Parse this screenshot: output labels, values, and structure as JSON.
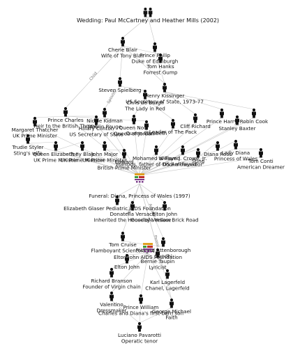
{
  "colors": {
    "background": "#ffffff",
    "edge": "#c4c4c4",
    "person": "#111111",
    "event_red": "#c03028",
    "event_green": "#3f9a3a",
    "event_orange": "#e0a020",
    "event_purple": "#7a3a8a"
  },
  "icons": {
    "person": "person-silhouette-icon",
    "couple": "couple-silhouette-icon",
    "event": "event-bars-icon"
  },
  "nodes": [
    {
      "id": "wedding",
      "kind": "couple",
      "labels": [
        "Wedding: Paul McCartney and Heather Mills (2002)"
      ]
    },
    {
      "id": "blair",
      "kind": "person",
      "labels": [
        "Cherie Blair",
        "Wife of Tony Blair"
      ]
    },
    {
      "id": "philip",
      "kind": "person",
      "labels": [
        "Prince Philip",
        "Duke of Edinburgh"
      ]
    },
    {
      "id": "hanks",
      "kind": "person",
      "labels": [
        "Tom Hanks",
        "Forrest Gump"
      ]
    },
    {
      "id": "kissinger",
      "kind": "person",
      "labels": [
        "Henry Kissinger",
        "US Secretary of State, 1973-77"
      ]
    },
    {
      "id": "spielberg",
      "kind": "person",
      "labels": [
        "Steven Spielberg"
      ]
    },
    {
      "id": "deburgh",
      "kind": "person",
      "labels": [
        "Chris de Burgh",
        "The Lady in Red"
      ]
    },
    {
      "id": "charles",
      "kind": "person",
      "labels": [
        "Prince Charles",
        "Heir to the British Throne"
      ]
    },
    {
      "id": "hillary",
      "kind": "person",
      "labels": [
        "Hillary Clinton",
        "US Secretary of State"
      ]
    },
    {
      "id": "kidman",
      "kind": "person",
      "labels": [
        "Nicole Kidman",
        "Moulin Rouge"
      ]
    },
    {
      "id": "queen",
      "kind": "person",
      "labels": [
        "Queen Noor",
        "Queen of Jordan"
      ]
    },
    {
      "id": "elizabeth",
      "kind": "person",
      "labels": [
        "Queen Elizabeth"
      ]
    },
    {
      "id": "wolfe",
      "kind": "person",
      "labels": [
        "Leader of The Pack"
      ]
    },
    {
      "id": "richard",
      "kind": "person",
      "labels": [
        "Cliff Richard"
      ]
    },
    {
      "id": "harry",
      "kind": "person",
      "labels": [
        "Prince Harry"
      ]
    },
    {
      "id": "barker",
      "kind": "person",
      "labels": [
        "Stanley Baxter"
      ]
    },
    {
      "id": "cook",
      "kind": "person",
      "labels": [
        "Robin Cook"
      ]
    },
    {
      "id": "thatcher",
      "kind": "person",
      "labels": [
        "Margaret Thatcher",
        "UK Prime Minister"
      ]
    },
    {
      "id": "styler",
      "kind": "person",
      "labels": [
        "Trudie Styler",
        "Sting's wife"
      ]
    },
    {
      "id": "elizabethii",
      "kind": "person",
      "labels": [
        "Queen Elizabeth II",
        "UK Prime Minister"
      ]
    },
    {
      "id": "blairtony",
      "kind": "person",
      "labels": [
        "Tony Blair",
        "UK Prime Minister"
      ]
    },
    {
      "id": "major",
      "kind": "person",
      "labels": [
        "John Major",
        "UK Prime Minister"
      ]
    },
    {
      "id": "edward",
      "kind": "person",
      "labels": [
        "Edward",
        "British Prime Minister"
      ]
    },
    {
      "id": "alfayed",
      "kind": "person",
      "labels": [
        "Mohamed al-Fayed",
        "Harrods, father of Dodi al-Fayed"
      ]
    },
    {
      "id": "crowe",
      "kind": "person",
      "labels": [
        "William J. Crowe, Jr.",
        "US Ambassador"
      ]
    },
    {
      "id": "sting",
      "kind": "person",
      "labels": [
        "Sting"
      ]
    },
    {
      "id": "dianaross",
      "kind": "person",
      "labels": [
        "Diana Ross"
      ]
    },
    {
      "id": "ladydiana",
      "kind": "person",
      "labels": [
        "Lady Diana",
        "Princess of Wales"
      ]
    },
    {
      "id": "conti",
      "kind": "person",
      "labels": [
        "Tom Conti",
        "American Dreamer"
      ]
    },
    {
      "id": "funeral",
      "kind": "event",
      "labels": [
        "Funeral: Diana, Princess of Wales (1997)"
      ]
    },
    {
      "id": "glaser",
      "kind": "person",
      "labels": [
        "Elizabeth Glaser Pediatric AIDS Foundation"
      ]
    },
    {
      "id": "donatella",
      "kind": "person",
      "labels": [
        "Donatella Versace",
        "Inherited the House of Versace"
      ]
    },
    {
      "id": "eltonjohn",
      "kind": "person",
      "labels": [
        "Elton John",
        "Goodbye Yellow Brick Road"
      ]
    },
    {
      "id": "cruise",
      "kind": "person",
      "labels": [
        "Tom Cruise",
        "Flamboyant Scientologist"
      ]
    },
    {
      "id": "attenborough",
      "kind": "person",
      "labels": [
        "Richard Attenborough",
        "Gandhi"
      ]
    },
    {
      "id": "taupin",
      "kind": "person",
      "labels": [
        "Bernie Taupin",
        "Lyricist"
      ]
    },
    {
      "id": "eltonjohn2",
      "kind": "person",
      "labels": [
        "Elton John"
      ]
    },
    {
      "id": "eltonfoundation",
      "kind": "event",
      "labels": [
        "Elton John AIDS Foundation"
      ]
    },
    {
      "id": "branson",
      "kind": "person",
      "labels": [
        "Richard Branson",
        "Founder of Virgin chain"
      ]
    },
    {
      "id": "lagerfeld",
      "kind": "person",
      "labels": [
        "Karl Lagerfeld",
        "Chanel, Lagerfeld"
      ]
    },
    {
      "id": "valentino",
      "kind": "person",
      "labels": [
        "Valentino",
        "Dressmaker"
      ]
    },
    {
      "id": "william",
      "kind": "person",
      "labels": [
        "Prince William",
        "Charles and Diana's first-born son"
      ]
    },
    {
      "id": "michael",
      "kind": "person",
      "labels": [
        "George Michael",
        "Faith"
      ]
    },
    {
      "id": "pavarotti",
      "kind": "person",
      "labels": [
        "Luciano Pavarotti",
        "Operatic tenor"
      ]
    }
  ],
  "edges": [
    {
      "from": "wedding",
      "to": "blair",
      "label": ""
    },
    {
      "from": "wedding",
      "to": "philip",
      "label": ""
    },
    {
      "from": "blair",
      "to": "hanks",
      "label": ""
    },
    {
      "from": "blair",
      "to": "kissinger",
      "label": ""
    },
    {
      "from": "blair",
      "to": "spielberg",
      "label": ""
    },
    {
      "from": "blair",
      "to": "charles",
      "label": "Child"
    },
    {
      "from": "spielberg",
      "to": "kidman",
      "label": "Spouse"
    },
    {
      "from": "spielberg",
      "to": "deburgh",
      "label": ""
    },
    {
      "from": "philip",
      "to": "kissinger",
      "label": ""
    },
    {
      "from": "kissinger",
      "to": "harry",
      "label": ""
    },
    {
      "from": "kissinger",
      "to": "cook",
      "label": ""
    },
    {
      "from": "kissinger",
      "to": "richard",
      "label": ""
    },
    {
      "from": "deburgh",
      "to": "queen",
      "label": ""
    },
    {
      "from": "deburgh",
      "to": "wolfe",
      "label": ""
    },
    {
      "from": "charles",
      "to": "thatcher",
      "label": ""
    },
    {
      "from": "charles",
      "to": "hillary",
      "label": ""
    },
    {
      "from": "charles",
      "to": "funeral",
      "label": ""
    },
    {
      "from": "charles",
      "to": "elizabeth",
      "label": ""
    },
    {
      "from": "hillary",
      "to": "funeral",
      "label": ""
    },
    {
      "from": "kidman",
      "to": "funeral",
      "label": ""
    },
    {
      "from": "queen",
      "to": "funeral",
      "label": ""
    },
    {
      "from": "elizabeth",
      "to": "funeral",
      "label": ""
    },
    {
      "from": "wolfe",
      "to": "funeral",
      "label": ""
    },
    {
      "from": "richard",
      "to": "funeral",
      "label": ""
    },
    {
      "from": "harry",
      "to": "funeral",
      "label": ""
    },
    {
      "from": "barker",
      "to": "funeral",
      "label": ""
    },
    {
      "from": "cook",
      "to": "funeral",
      "label": ""
    },
    {
      "from": "thatcher",
      "to": "funeral",
      "label": ""
    },
    {
      "from": "styler",
      "to": "funeral",
      "label": ""
    },
    {
      "from": "elizabethii",
      "to": "funeral",
      "label": ""
    },
    {
      "from": "blairtony",
      "to": "funeral",
      "label": ""
    },
    {
      "from": "major",
      "to": "funeral",
      "label": ""
    },
    {
      "from": "edward",
      "to": "funeral",
      "label": ""
    },
    {
      "from": "alfayed",
      "to": "funeral",
      "label": ""
    },
    {
      "from": "crowe",
      "to": "funeral",
      "label": ""
    },
    {
      "from": "sting",
      "to": "funeral",
      "label": ""
    },
    {
      "from": "dianaross",
      "to": "funeral",
      "label": ""
    },
    {
      "from": "ladydiana",
      "to": "funeral",
      "label": ""
    },
    {
      "from": "conti",
      "to": "funeral",
      "label": ""
    },
    {
      "from": "thatcher",
      "to": "styler",
      "label": ""
    },
    {
      "from": "styler",
      "to": "elizabethii",
      "label": ""
    },
    {
      "from": "elizabethii",
      "to": "blairtony",
      "label": ""
    },
    {
      "from": "major",
      "to": "edward",
      "label": ""
    },
    {
      "from": "crowe",
      "to": "sting",
      "label": ""
    },
    {
      "from": "sting",
      "to": "dianaross",
      "label": ""
    },
    {
      "from": "dianaross",
      "to": "ladydiana",
      "label": ""
    },
    {
      "from": "ladydiana",
      "to": "conti",
      "label": ""
    },
    {
      "from": "funeral",
      "to": "glaser",
      "label": ""
    },
    {
      "from": "funeral",
      "to": "donatella",
      "label": ""
    },
    {
      "from": "funeral",
      "to": "eltonjohn",
      "label": ""
    },
    {
      "from": "funeral",
      "to": "cruise",
      "label": "Advisor"
    },
    {
      "from": "funeral",
      "to": "attenborough",
      "label": "Advisor"
    },
    {
      "from": "funeral",
      "to": "michael",
      "label": "Parent"
    },
    {
      "from": "funeral",
      "to": "taupin",
      "label": ""
    },
    {
      "from": "taupin",
      "to": "eltonfoundation",
      "label": ""
    },
    {
      "from": "cruise",
      "to": "eltonfoundation",
      "label": ""
    },
    {
      "from": "attenborough",
      "to": "eltonfoundation",
      "label": ""
    },
    {
      "from": "eltonfoundation",
      "to": "eltonjohn2",
      "label": ""
    },
    {
      "from": "eltonfoundation",
      "to": "branson",
      "label": ""
    },
    {
      "from": "eltonfoundation",
      "to": "lagerfeld",
      "label": ""
    },
    {
      "from": "eltonfoundation",
      "to": "valentino",
      "label": ""
    },
    {
      "from": "eltonfoundation",
      "to": "william",
      "label": ""
    },
    {
      "from": "eltonfoundation",
      "to": "michael",
      "label": ""
    },
    {
      "from": "valentino",
      "to": "pavarotti",
      "label": ""
    },
    {
      "from": "william",
      "to": "pavarotti",
      "label": ""
    },
    {
      "from": "michael",
      "to": "pavarotti",
      "label": ""
    }
  ]
}
